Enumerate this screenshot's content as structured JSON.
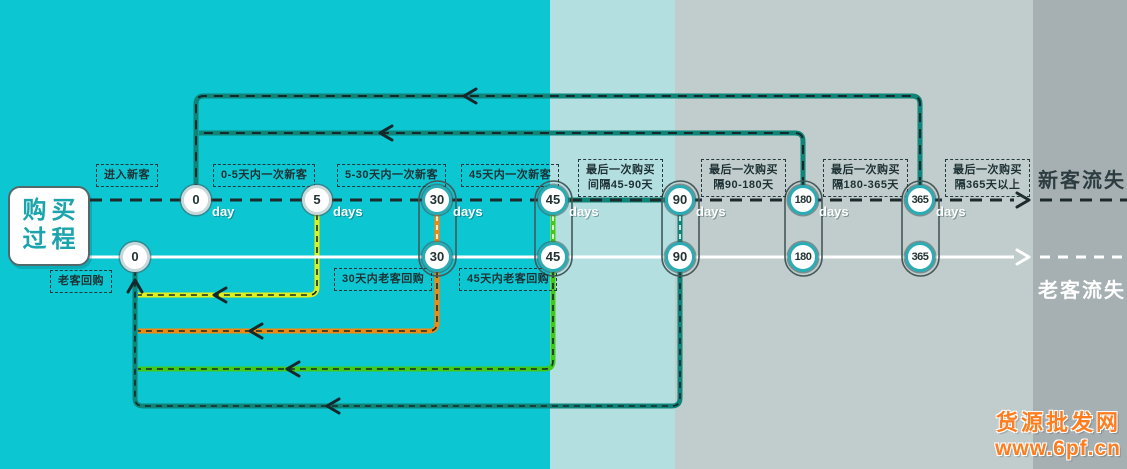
{
  "process_box": {
    "line1": "购买",
    "line2": "过程"
  },
  "top_labels": {
    "enter_new": "进入新客",
    "d0_5": "0-5天内一次新客",
    "d5_30": "5-30天内一次新客",
    "d45": "45天内一次新客",
    "last_45_90": {
      "line1": "最后一次购买",
      "line2": "间隔45-90天"
    },
    "last_90_180": {
      "line1": "最后一次购买",
      "line2": "隔90-180天"
    },
    "last_180_365": {
      "line1": "最后一次购买",
      "line2": "隔180-365天"
    },
    "last_365_up": {
      "line1": "最后一次购买",
      "line2": "隔365天以上"
    }
  },
  "bottom_labels": {
    "old_rebuy": "老客回购",
    "rebuy_30": "30天内老客回购",
    "rebuy_45": "45天内老客回购"
  },
  "nodes": {
    "top": [
      {
        "value": "0",
        "unit": "day"
      },
      {
        "value": "5",
        "unit": "days"
      },
      {
        "value": "30",
        "unit": "days"
      },
      {
        "value": "45",
        "unit": "days"
      },
      {
        "value": "90",
        "unit": "days"
      },
      {
        "value": "180",
        "unit": "days"
      },
      {
        "value": "365",
        "unit": "days"
      }
    ],
    "bottom": [
      {
        "value": "0"
      },
      {
        "value": "30"
      },
      {
        "value": "45"
      },
      {
        "value": "90"
      },
      {
        "value": "180"
      },
      {
        "value": "365"
      }
    ]
  },
  "churn": {
    "new_customer": "新客流失",
    "old_customer": "老客流失"
  },
  "watermark": {
    "line1": "货源批发网",
    "line2": "www.6pf.cn"
  },
  "colors": {
    "cyan_band": "#0cc6d1",
    "pale_cyan_band": "#b4dfe1",
    "light_gray_band": "#c1cccc",
    "dark_gray_band": "#a6b0b2",
    "teal_flow": "#0e8578",
    "yellow_flow": "#def01c",
    "orange_flow": "#f0890f",
    "green_flow": "#41cb19",
    "node_ring": "#2aacb4",
    "watermark": "#ff7d1f"
  }
}
